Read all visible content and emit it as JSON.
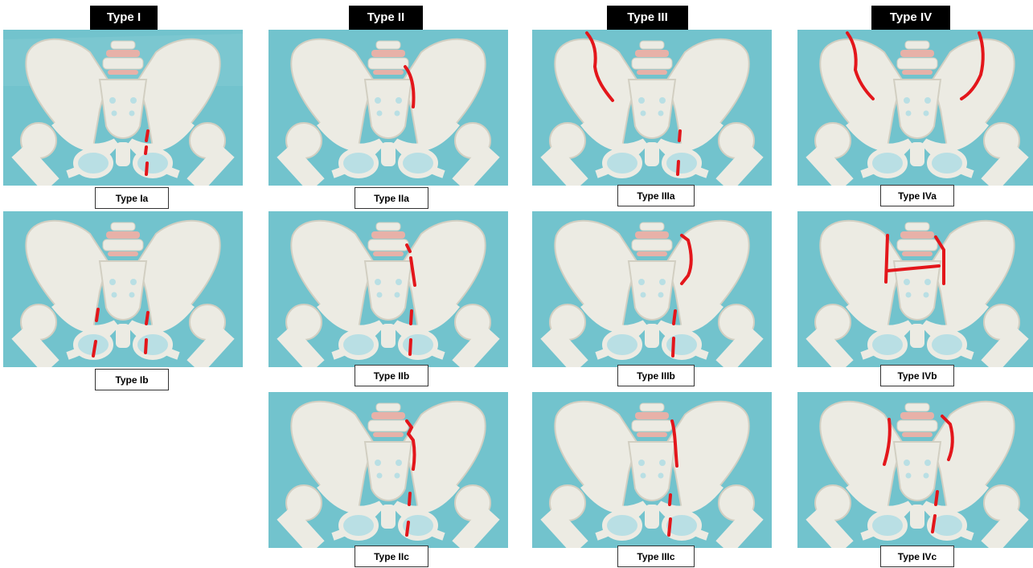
{
  "columns": [
    {
      "header": "Type I"
    },
    {
      "header": "Type II"
    },
    {
      "header": "Type III"
    },
    {
      "header": "Type IV"
    }
  ],
  "panels": [
    {
      "label": "Type Ia"
    },
    {
      "label": "Type Ib"
    },
    {
      "label": "Type IIa"
    },
    {
      "label": "Type IIb"
    },
    {
      "label": "Type IIc"
    },
    {
      "label": "Type IIIa"
    },
    {
      "label": "Type IIIb"
    },
    {
      "label": "Type IIIc"
    },
    {
      "label": "Type IVa"
    },
    {
      "label": "Type IVb"
    },
    {
      "label": "Type IVc"
    }
  ],
  "colors": {
    "background_teal": "#72c3cd",
    "bone": "#ecebe3",
    "bone_shadow": "#d2cfc2",
    "disc_pink": "#e7b1a8",
    "fracture_red": "#e3161b",
    "header_black": "#000000"
  }
}
